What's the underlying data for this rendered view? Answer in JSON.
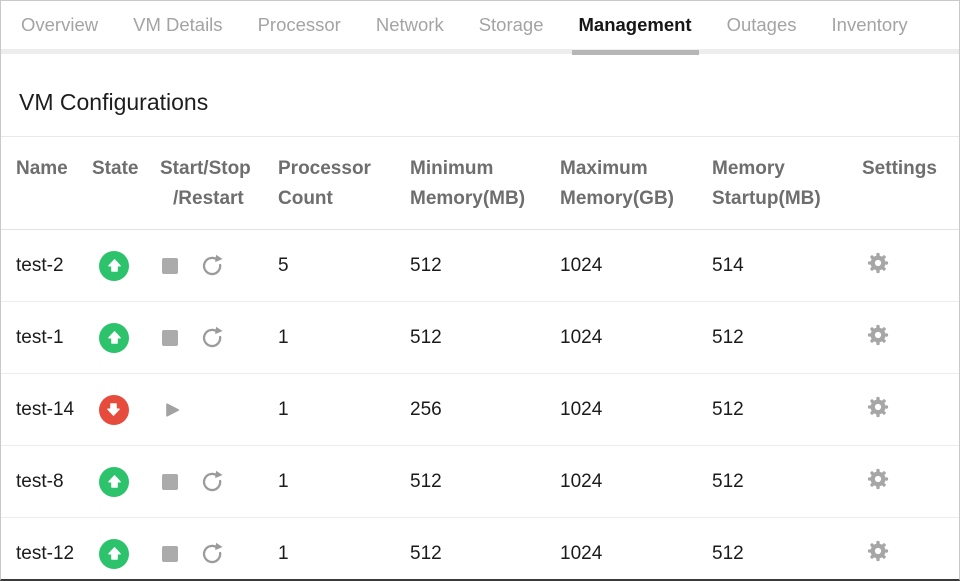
{
  "tabs": [
    {
      "label": "Overview",
      "active": false
    },
    {
      "label": "VM Details",
      "active": false
    },
    {
      "label": "Processor",
      "active": false
    },
    {
      "label": "Network",
      "active": false
    },
    {
      "label": "Storage",
      "active": false
    },
    {
      "label": "Management",
      "active": true
    },
    {
      "label": "Outages",
      "active": false
    },
    {
      "label": "Inventory",
      "active": false
    }
  ],
  "page": {
    "title": "VM Configurations"
  },
  "table": {
    "headers": [
      {
        "id": "name",
        "line1": "Name",
        "line2": ""
      },
      {
        "id": "state",
        "line1": "State",
        "line2": ""
      },
      {
        "id": "start_stop",
        "line1": "Start/Stop",
        "line2": "/Restart"
      },
      {
        "id": "processor_count",
        "line1": "Processor",
        "line2": "Count"
      },
      {
        "id": "min_memory",
        "line1": "Minimum",
        "line2": "Memory(MB)"
      },
      {
        "id": "max_memory",
        "line1": "Maximum",
        "line2": "Memory(GB)"
      },
      {
        "id": "memory_startup",
        "line1": "Memory",
        "line2": "Startup(MB)"
      },
      {
        "id": "settings",
        "line1": "Settings",
        "line2": ""
      }
    ],
    "rows": [
      {
        "name": "test-2",
        "state": "up",
        "controls": [
          "stop",
          "restart"
        ],
        "processor_count": "5",
        "min_memory_mb": "512",
        "max_memory_gb": "1024",
        "memory_startup_mb": "514"
      },
      {
        "name": "test-1",
        "state": "up",
        "controls": [
          "stop",
          "restart"
        ],
        "processor_count": "1",
        "min_memory_mb": "512",
        "max_memory_gb": "1024",
        "memory_startup_mb": "512"
      },
      {
        "name": "test-14",
        "state": "down",
        "controls": [
          "start"
        ],
        "processor_count": "1",
        "min_memory_mb": "256",
        "max_memory_gb": "1024",
        "memory_startup_mb": "512"
      },
      {
        "name": "test-8",
        "state": "up",
        "controls": [
          "stop",
          "restart"
        ],
        "processor_count": "1",
        "min_memory_mb": "512",
        "max_memory_gb": "1024",
        "memory_startup_mb": "512"
      },
      {
        "name": "test-12",
        "state": "up",
        "controls": [
          "stop",
          "restart"
        ],
        "processor_count": "1",
        "min_memory_mb": "512",
        "max_memory_gb": "1024",
        "memory_startup_mb": "512"
      }
    ]
  },
  "icons": {
    "state_up": "circle-arrow-up",
    "state_down": "circle-arrow-down",
    "stop": "stop-square",
    "start": "play-triangle",
    "restart": "restart-circular-arrow",
    "settings": "gear"
  },
  "colors": {
    "state_up_green": "#2dc36d",
    "state_down_red": "#e74b3c",
    "active_tab_underline": "#b6b6b6",
    "icon_gray": "#a6a6a6"
  }
}
